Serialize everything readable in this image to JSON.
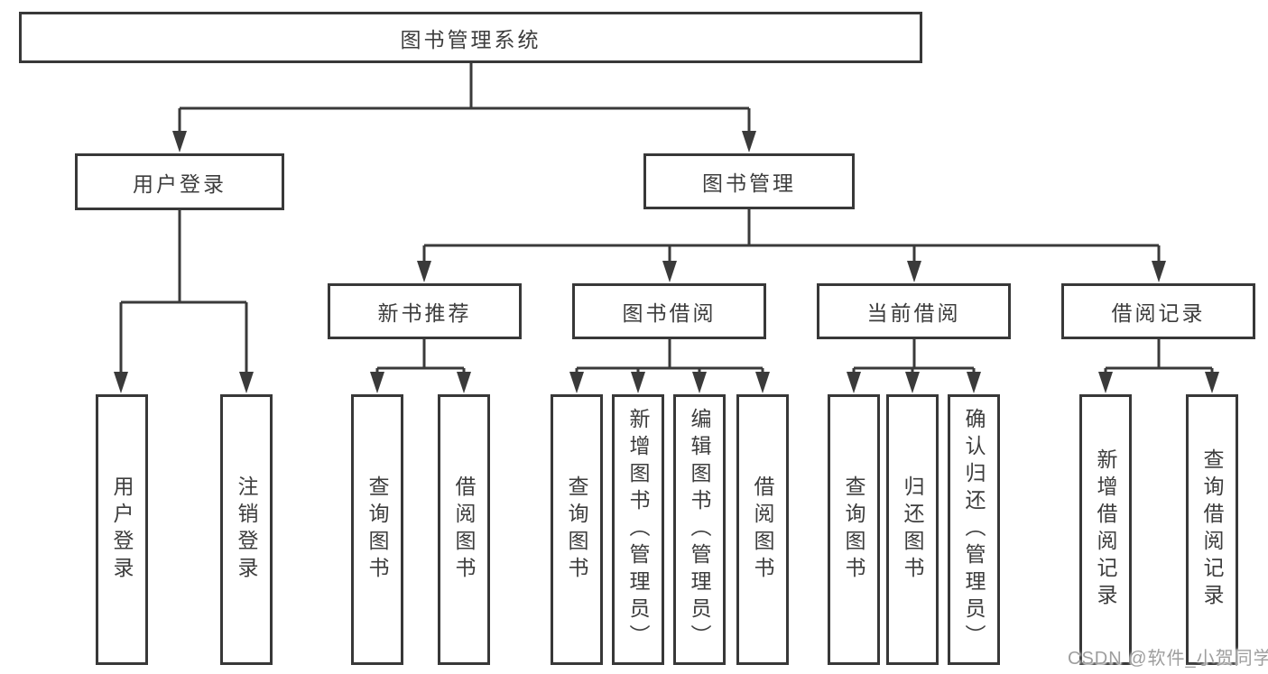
{
  "diagram": {
    "root": {
      "label": "图书管理系统"
    },
    "level2": [
      {
        "label": "用户登录"
      },
      {
        "label": "图书管理"
      }
    ],
    "level3": [
      {
        "label": "新书推荐",
        "parent": "图书管理"
      },
      {
        "label": "图书借阅",
        "parent": "图书管理"
      },
      {
        "label": "当前借阅",
        "parent": "图书管理"
      },
      {
        "label": "借阅记录",
        "parent": "图书管理"
      }
    ],
    "leaves": [
      {
        "parent": "用户登录",
        "label": "用户登录"
      },
      {
        "parent": "用户登录",
        "label": "注销登录"
      },
      {
        "parent": "新书推荐",
        "label": "查询图书"
      },
      {
        "parent": "新书推荐",
        "label": "借阅图书"
      },
      {
        "parent": "图书借阅",
        "label": "查询图书"
      },
      {
        "parent": "图书借阅",
        "label": "新增图书（管理员）"
      },
      {
        "parent": "图书借阅",
        "label": "编辑图书（管理员）"
      },
      {
        "parent": "图书借阅",
        "label": "借阅图书"
      },
      {
        "parent": "当前借阅",
        "label": "查询图书"
      },
      {
        "parent": "当前借阅",
        "label": "归还图书"
      },
      {
        "parent": "当前借阅",
        "label": "确认归还（管理员）"
      },
      {
        "parent": "借阅记录",
        "label": "新增借阅记录"
      },
      {
        "parent": "借阅记录",
        "label": "查询借阅记录"
      }
    ]
  },
  "watermark": {
    "text": "CSDN @软件_小贺同学"
  },
  "colors": {
    "line": "#3a3a3a",
    "box_border": "#383838",
    "box_background": "#ffffff",
    "text": "#3d3d3d",
    "watermark_text": "#9e9e9e",
    "background": "#ffffff"
  }
}
